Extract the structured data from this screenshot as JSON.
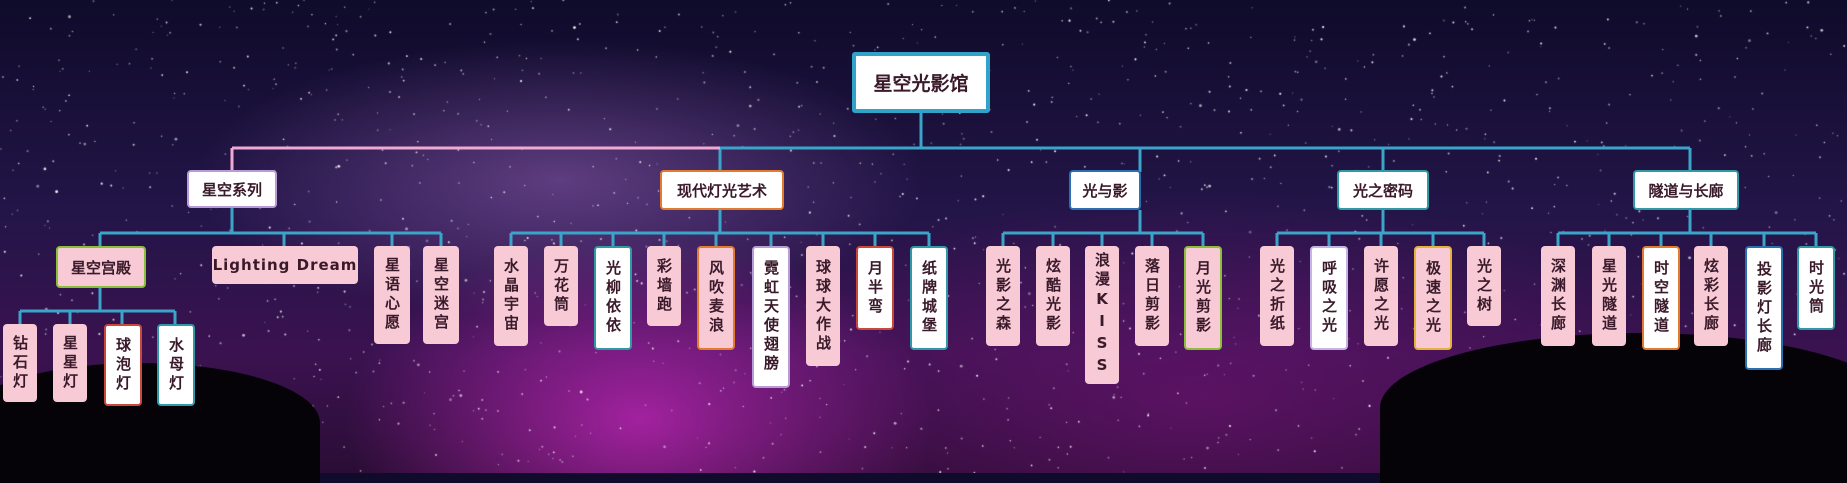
{
  "root": "星空光影馆",
  "categories": [
    {
      "label": "星空系列"
    },
    {
      "label": "现代灯光艺术"
    },
    {
      "label": "光与影"
    },
    {
      "label": "光之密码"
    },
    {
      "label": "隧道与长廊"
    }
  ],
  "xingkong": {
    "gongdian": "星空宫殿",
    "lighting": "Lighting  Dream",
    "xinyu": "星语心愿",
    "migong": "星空迷宫",
    "gongdian_children": [
      "钻石灯",
      "星星灯",
      "球泡灯",
      "水母灯"
    ]
  },
  "xiandai_items": [
    "水晶宇宙",
    "万花筒",
    "光柳依依",
    "彩墙跑",
    "风吹麦浪",
    "霓虹天使翅膀",
    "球球大作战",
    "月半弯",
    "纸牌城堡"
  ],
  "guangying_items": [
    "光影之森",
    "炫酷光影",
    "浪漫KISS",
    "落日剪影",
    "月光剪影"
  ],
  "mima_items": [
    "光之折纸",
    "呼吸之光",
    "许愿之光",
    "极速之光",
    "光之树"
  ],
  "suidao_items": [
    "深渊长廊",
    "星光隧道",
    "时空隧道",
    "炫彩长廊",
    "投影灯长廊",
    "时光筒"
  ],
  "colors": {
    "line_blue": "#3aa5c9",
    "line_pink": "#f0a9d2",
    "node_pink": "#f7cad6",
    "root_border": "#2fa3c9"
  }
}
